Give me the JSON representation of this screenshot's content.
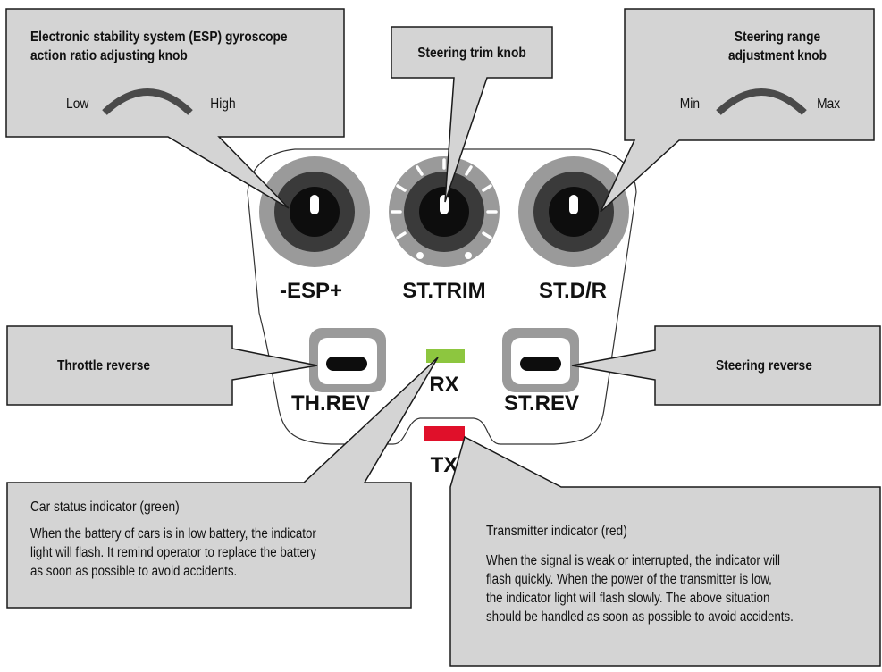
{
  "knobs": {
    "esp": {
      "label": "-ESP+"
    },
    "trim": {
      "label": "ST.TRIM"
    },
    "dr": {
      "label": "ST.D/R"
    }
  },
  "switches": {
    "th_rev": {
      "label": "TH.REV"
    },
    "st_rev": {
      "label": "ST.REV"
    }
  },
  "indicators": {
    "rx": {
      "label": "RX",
      "color": "#8dc63f"
    },
    "tx": {
      "label": "TX",
      "color": "#e0102a"
    }
  },
  "callouts": {
    "esp": {
      "title_line1": "Electronic stability system (ESP) gyroscope",
      "title_line2": "action ratio adjusting knob",
      "low": "Low",
      "high": "High"
    },
    "trim": {
      "title": "Steering trim knob"
    },
    "range": {
      "title_line1": "Steering range",
      "title_line2": "adjustment knob",
      "min": "Min",
      "max": "Max"
    },
    "throttle_reverse": {
      "title": "Throttle reverse"
    },
    "steering_reverse": {
      "title": "Steering reverse"
    },
    "car_status": {
      "title": "Car status indicator (green)",
      "body_line1": "When the battery of cars is in low battery, the indicator",
      "body_line2": "light will flash. It remind operator to replace the battery",
      "body_line3": "as soon as possible to avoid accidents."
    },
    "transmitter": {
      "title": "Transmitter indicator (red)",
      "body_line1": "When the signal is weak or interrupted, the indicator will",
      "body_line2": "flash quickly. When the power of the transmitter is low,",
      "body_line3": "the indicator light will flash slowly. The above situation",
      "body_line4": "should be handled as soon as possible to avoid accidents."
    }
  },
  "colors": {
    "callout_fill": "#d4d4d4",
    "outline": "#1a1a1a",
    "knob_ring": "#9a9a9a",
    "knob_dark": "#3a3a3a",
    "knob_center": "#111111"
  }
}
